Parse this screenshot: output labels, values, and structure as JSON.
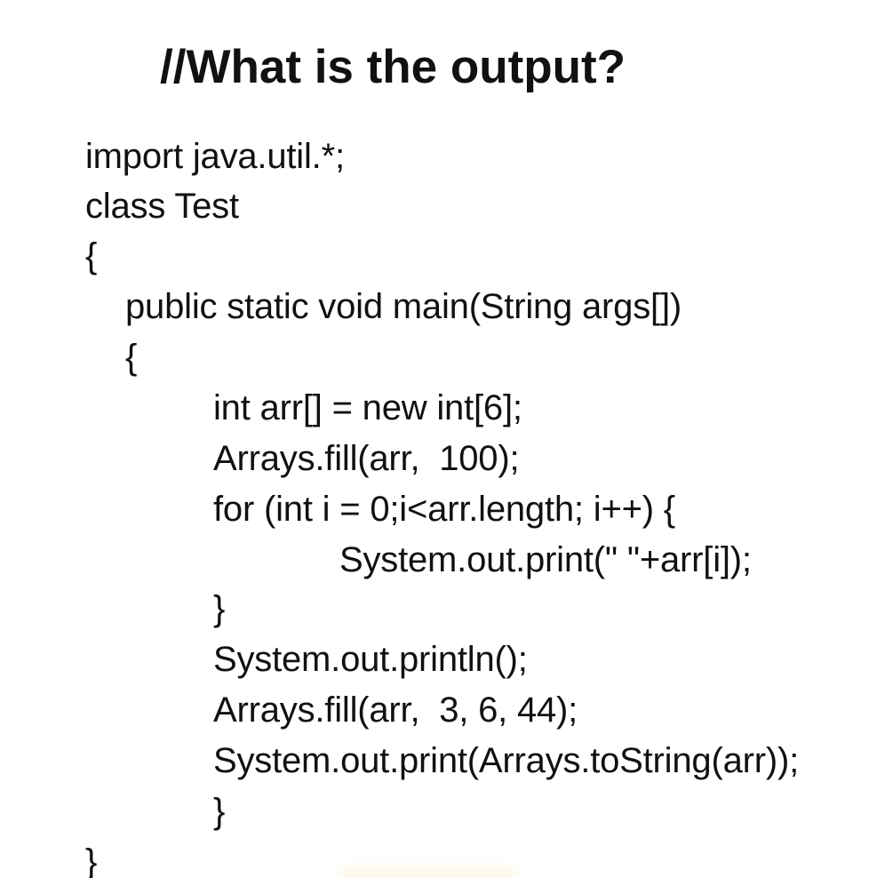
{
  "title": "//What is the output?",
  "code_lines": [
    "import java.util.*;",
    "class Test",
    "{",
    "public static void main(String args[])",
    "{",
    "int arr[] = new int[6];",
    "Arrays.fill(arr,  100);",
    "for (int i = 0;i<arr.length; i++) {",
    "System.out.print(\" \"+arr[i]);",
    "}",
    "System.out.println();",
    "Arrays.fill(arr,  3, 6, 44);",
    "System.out.print(Arrays.toString(arr));",
    "}",
    "}"
  ]
}
